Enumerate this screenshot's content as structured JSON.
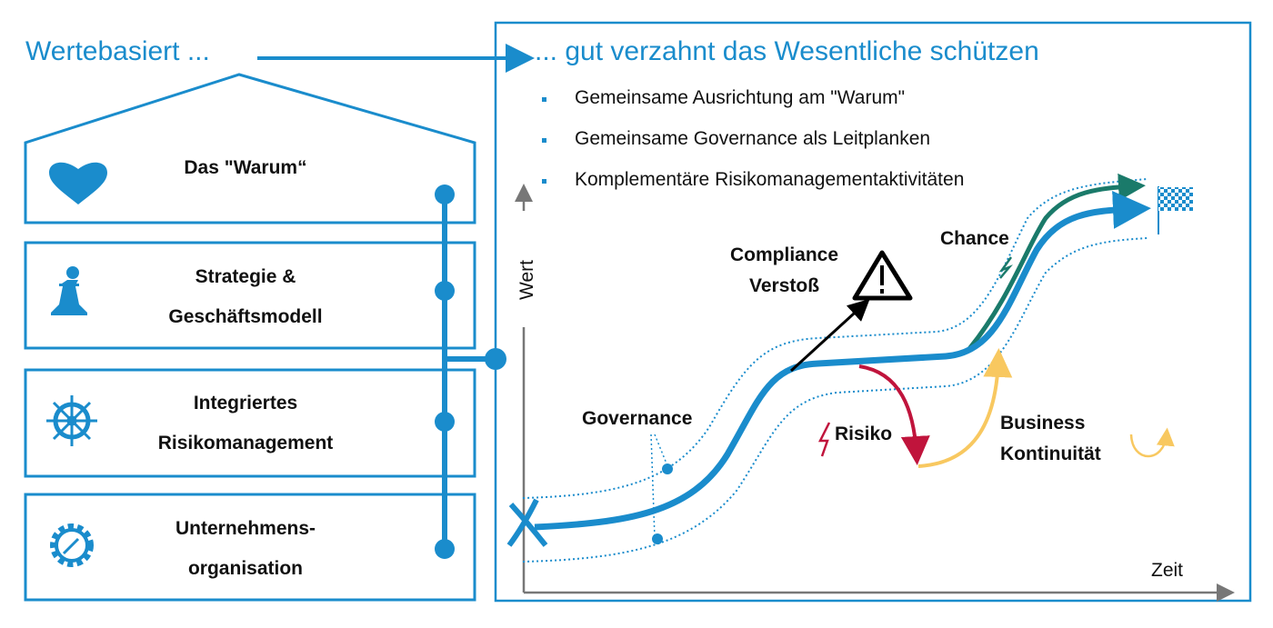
{
  "left_title": "Wertebasiert ...",
  "right_title": "... gut verzahnt das Wesentliche schützen",
  "bullets": [
    "Gemeinsame Ausrichtung am \"Warum\"",
    "Gemeinsame Governance als Leitplanken",
    "Komplementäre Risikomanagementaktivitäten"
  ],
  "house": [
    {
      "line1": "Das \"Warum“",
      "line2": "",
      "icon": "heart-icon"
    },
    {
      "line1": "Strategie &",
      "line2": "Geschäftsmodell",
      "icon": "chess-pawn-icon"
    },
    {
      "line1": "Integriertes",
      "line2": "Risikomanagement",
      "icon": "ship-wheel-icon"
    },
    {
      "line1": "Unternehmens-",
      "line2": "organisation",
      "icon": "gear-wrench-icon"
    }
  ],
  "chart": {
    "y_axis": "Wert",
    "x_axis": "Zeit",
    "compliance": [
      "Compliance",
      "Verstoß"
    ],
    "chance": "Chance",
    "governance": "Governance",
    "risiko": "Risiko",
    "continuity": [
      "Business",
      "Kontinuität"
    ]
  },
  "colors": {
    "blue": "#1a8ccc",
    "green": "#1a7a6a",
    "red": "#c0143c",
    "yellow": "#f8c860"
  }
}
